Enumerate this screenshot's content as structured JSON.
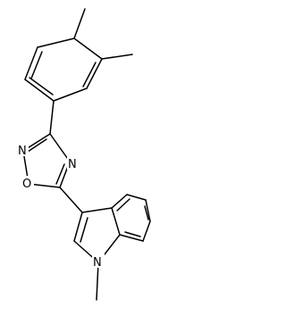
{
  "structure": {
    "atom_labels": {
      "oxadiazole_n_top": "N",
      "oxadiazole_n_right": "N",
      "oxadiazole_o": "O",
      "indole_n": "N"
    },
    "colors": {
      "bond": "#000000",
      "text": "#000000",
      "background": "#ffffff"
    }
  }
}
